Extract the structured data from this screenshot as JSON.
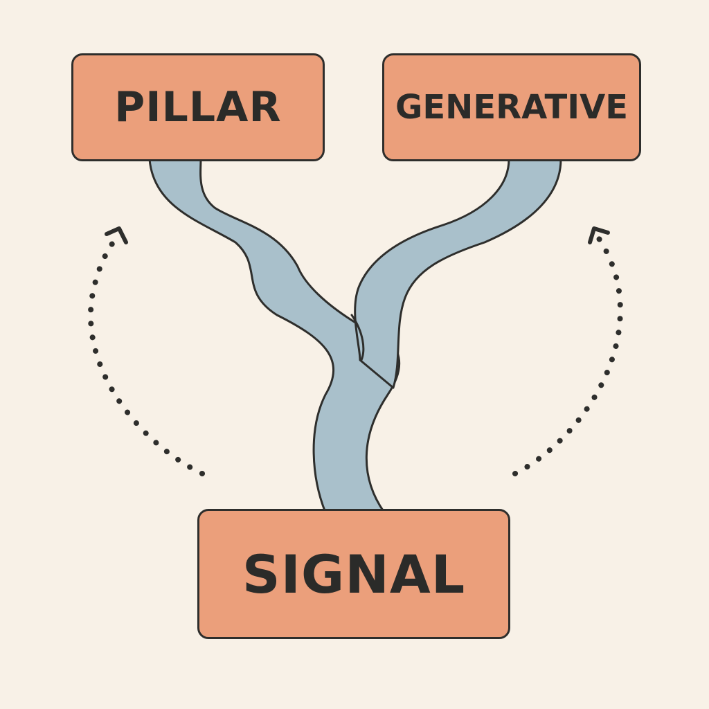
{
  "diagram": {
    "colors": {
      "background": "#f8f1e7",
      "node_fill": "#eb9f7b",
      "node_border": "#2e2e2c",
      "connector_fill": "#a9c0cb",
      "text": "#2b2b29",
      "dotted_arrow": "#2e2e2c"
    },
    "nodes": {
      "pillar": {
        "label": "PILLAR"
      },
      "generative": {
        "label": "GENERATIVE"
      },
      "signal": {
        "label": "SIGNAL"
      }
    },
    "edges": [
      {
        "from": "signal",
        "to": "pillar",
        "style": "solid branch"
      },
      {
        "from": "signal",
        "to": "generative",
        "style": "solid branch"
      },
      {
        "from": "signal",
        "to": "pillar",
        "style": "dotted curved arrow"
      },
      {
        "from": "signal",
        "to": "generative",
        "style": "dotted curved arrow"
      }
    ],
    "icons": [
      "arrowhead-icon"
    ]
  }
}
